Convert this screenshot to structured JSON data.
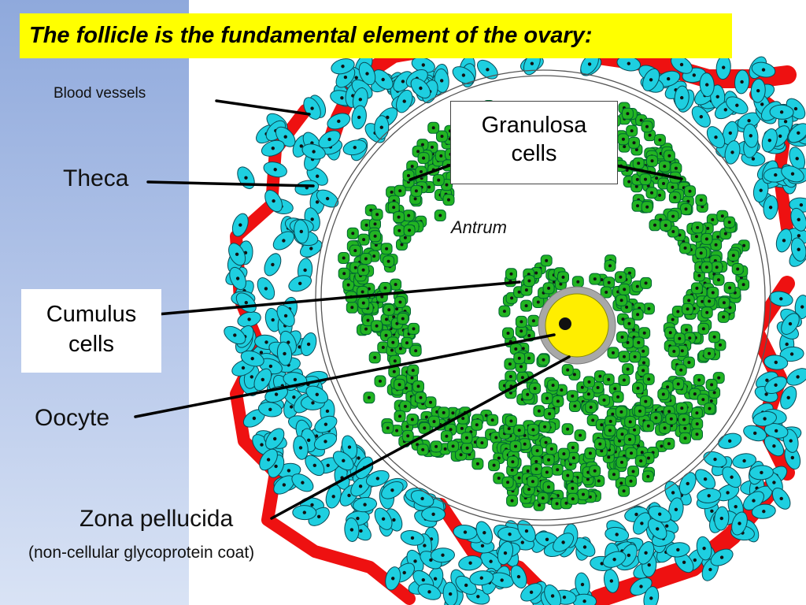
{
  "title": "The follicle is the fundamental element of the ovary:",
  "labels": {
    "blood_vessels": "Blood vessels",
    "theca": "Theca",
    "granulosa_line1": "Granulosa",
    "granulosa_line2": "cells",
    "antrum": "Antrum",
    "cumulus_line1": "Cumulus",
    "cumulus_line2": "cells",
    "oocyte": "Oocyte",
    "zona_pellucida": "Zona pellucida",
    "zona_pellucida_note": "(non-cellular glycoprotein coat)"
  },
  "colors": {
    "title_highlight": "#ffff00",
    "theca_cell": "#1ecfe0",
    "granulosa_cell": "#22b422",
    "blood_vessel": "#ee1111",
    "oocyte": "#ffee00",
    "zona": "#a8a8a8",
    "sidebar": "#9fb6e2"
  }
}
